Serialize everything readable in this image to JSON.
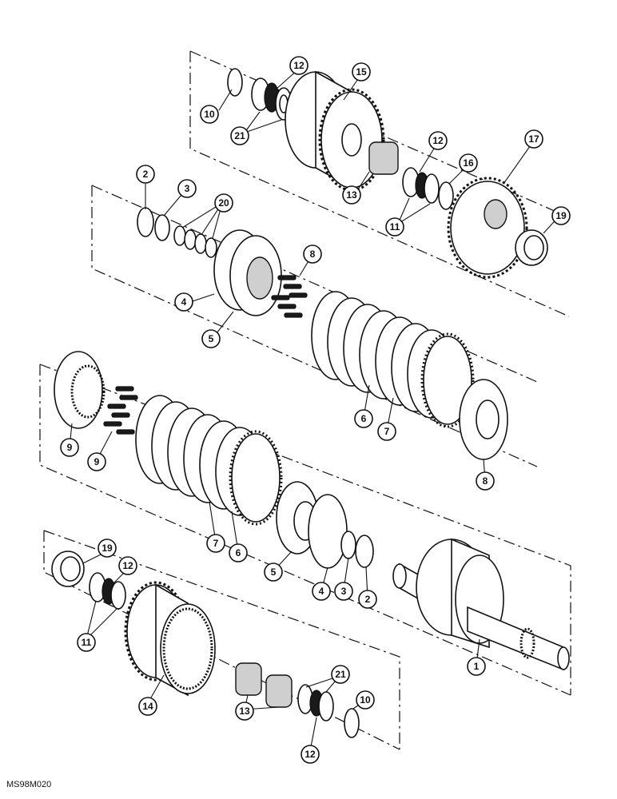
{
  "figure_code": "MS98M020",
  "callouts": [
    {
      "label": "10"
    },
    {
      "label": "12"
    },
    {
      "label": "21"
    },
    {
      "label": "15"
    },
    {
      "label": "12"
    },
    {
      "label": "13"
    },
    {
      "label": "16"
    },
    {
      "label": "11"
    },
    {
      "label": "17"
    },
    {
      "label": "19"
    },
    {
      "label": "2"
    },
    {
      "label": "3"
    },
    {
      "label": "20"
    },
    {
      "label": "8"
    },
    {
      "label": "4"
    },
    {
      "label": "5"
    },
    {
      "label": "6"
    },
    {
      "label": "7"
    },
    {
      "label": "9"
    },
    {
      "label": "9"
    },
    {
      "label": "8"
    },
    {
      "label": "7"
    },
    {
      "label": "6"
    },
    {
      "label": "5"
    },
    {
      "label": "4"
    },
    {
      "label": "3"
    },
    {
      "label": "2"
    },
    {
      "label": "1"
    },
    {
      "label": "19"
    },
    {
      "label": "12"
    },
    {
      "label": "11"
    },
    {
      "label": "14"
    },
    {
      "label": "13"
    },
    {
      "label": "21"
    },
    {
      "label": "10"
    },
    {
      "label": "12"
    }
  ]
}
